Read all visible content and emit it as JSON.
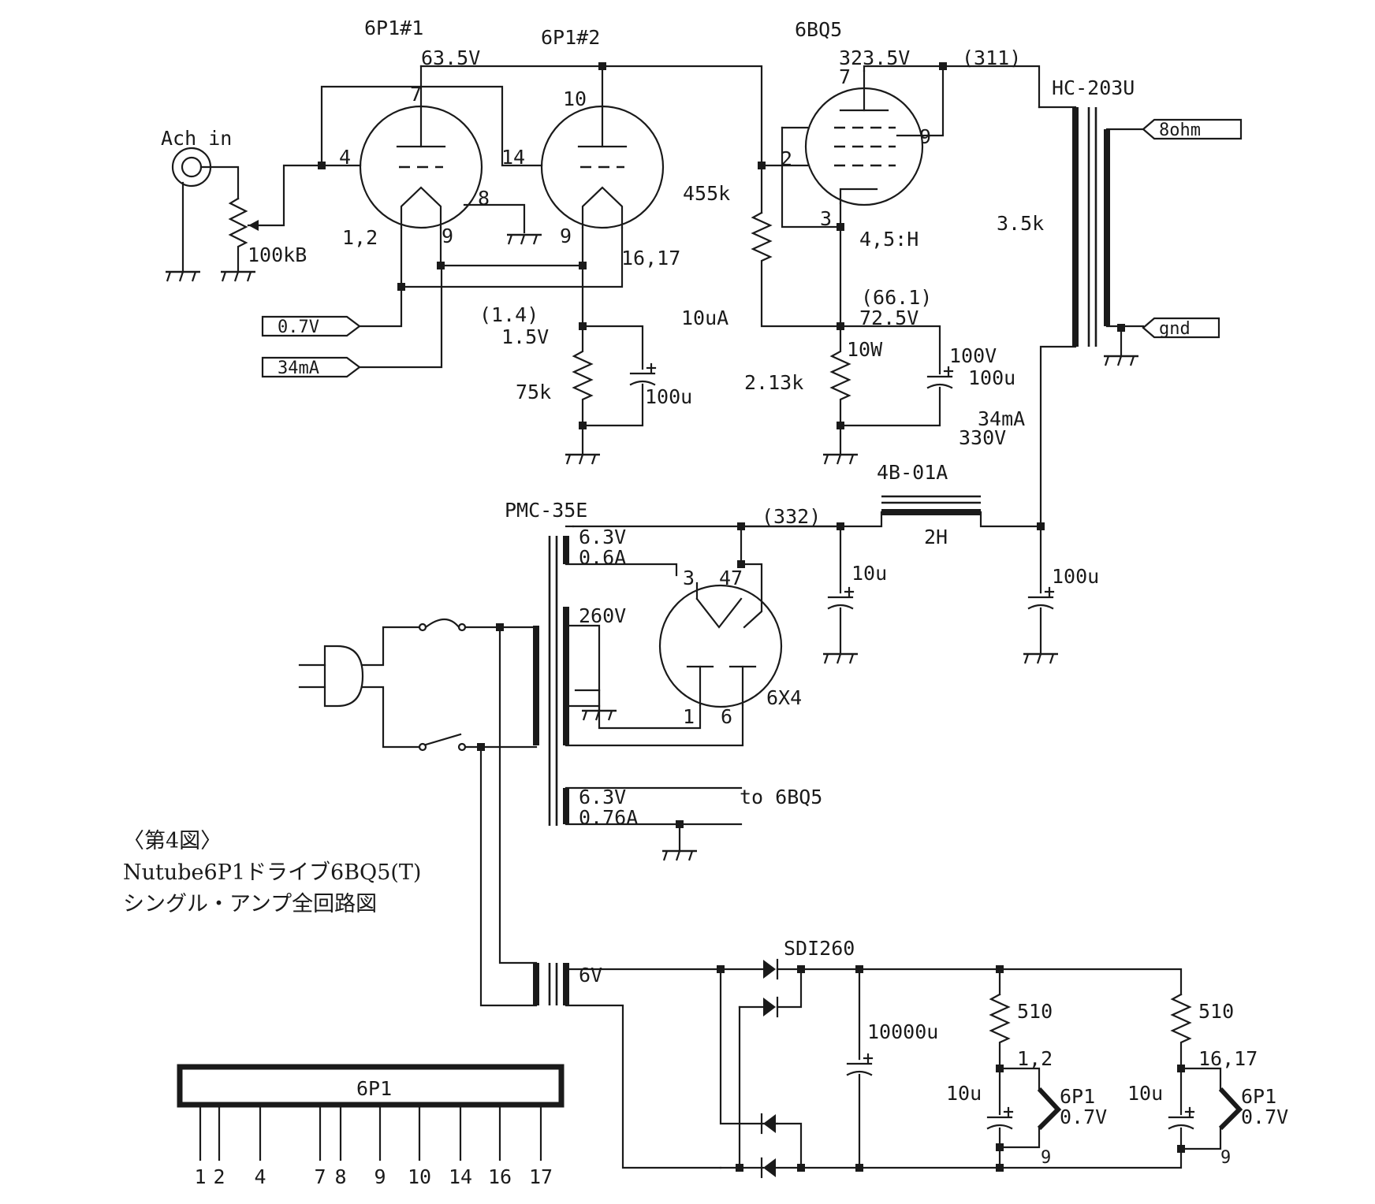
{
  "tubes": {
    "t1": "6P1#1",
    "t2": "6P1#2",
    "t3": "6BQ5",
    "t4": "6X4"
  },
  "volt": {
    "v635": "63.5V",
    "v3235": "323.5V",
    "v311": "(311)",
    "v14": "(1.4)",
    "v15": "1.5V",
    "v661": "(66.1)",
    "v725": "72.5V",
    "v332": "(332)",
    "v34ma": "34mA",
    "v330": "330V",
    "v10ua": "10uA",
    "v100v": "100V"
  },
  "parts": {
    "ach": "Ach in",
    "pot": "100kB",
    "r455": "455k",
    "r75": "75k",
    "c100a": "100u",
    "r213": "2.13k",
    "r10w": "10W",
    "c100b": "100u",
    "opt": "HC-203U",
    "imp": "3.5k",
    "ohm8": "8ohm",
    "gnd": "gnd",
    "choke": "4B-01A",
    "choke_h": "2H",
    "pt": "PMC-35E",
    "c10u": "10u",
    "c100u": "100u",
    "h63a": "6.3V",
    "h06a": "0.6A",
    "v260": "260V",
    "h63b": "6.3V",
    "h076": "0.76A",
    "to6bq5": "to 6BQ5",
    "v6": "6V",
    "diode": "SDI260",
    "c10000": "10000u",
    "r510a": "510",
    "r510b": "510",
    "c10ua": "10u",
    "c10ub": "10u",
    "fil_a_pins": "1,2",
    "fil_b_pins": "16,17",
    "fil_a_name": "6P1",
    "fil_b_name": "6P1",
    "fil_a_v": "0.7V",
    "fil_b_v": "0.7V",
    "fil_a_9": "9",
    "fil_b_9": "9",
    "in07": "0.7V",
    "in34": "34mA"
  },
  "pins": {
    "p7": "7",
    "p4": "4",
    "p8": "8",
    "p12": "1,2",
    "p9a": "9",
    "p10": "10",
    "p14": "14",
    "p9b": "9",
    "p1617": "16,17",
    "q7": "7",
    "q9": "9",
    "q2": "2",
    "q3": "3",
    "q45h": "4,5:H",
    "r3": "3",
    "r47": "47",
    "r1": "1",
    "r6": "6"
  },
  "caption": {
    "line1": "〈第4図〉",
    "line2": "Nutube6P1ドライブ6BQ5(T)",
    "line3": "シングル・アンプ全回路図"
  },
  "pinout": {
    "name": "6P1",
    "numbers": [
      "1",
      "2",
      "4",
      "7",
      "8",
      "9",
      "10",
      "14",
      "16",
      "17"
    ]
  }
}
